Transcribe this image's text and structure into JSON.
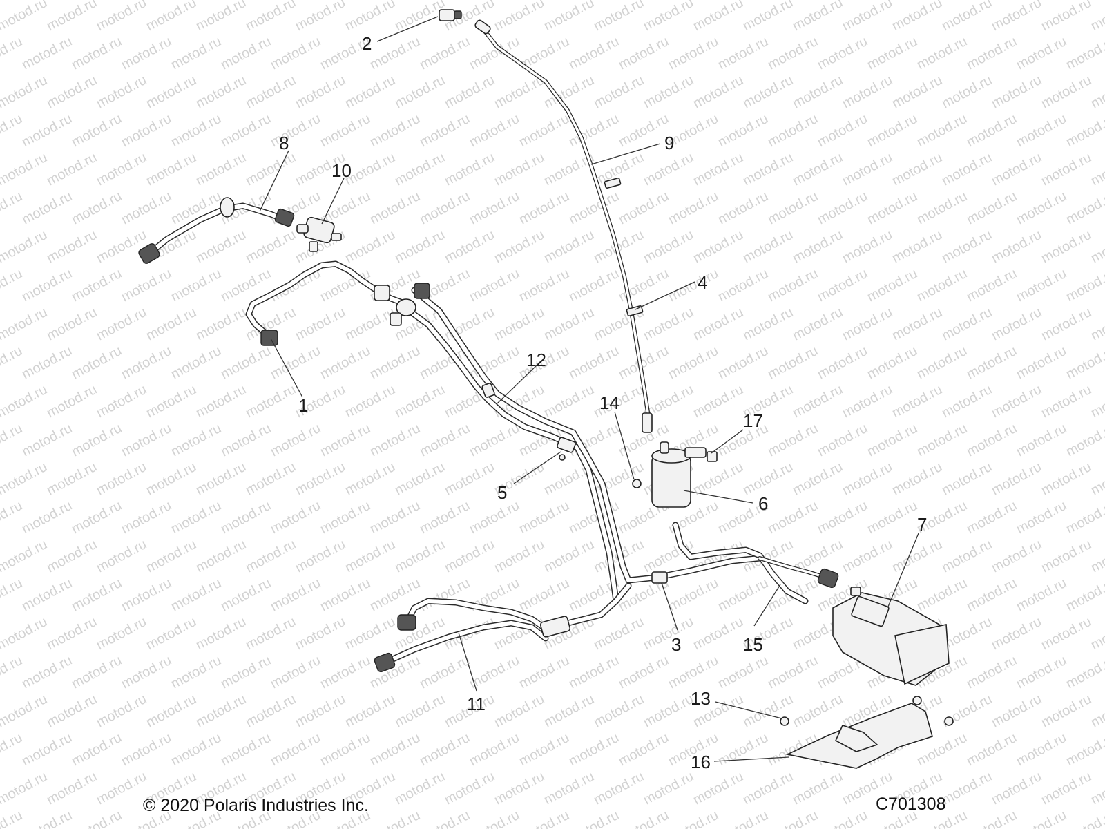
{
  "watermark_text": "motod.ru",
  "callouts": [
    {
      "id": "1",
      "label": "1"
    },
    {
      "id": "2",
      "label": "2"
    },
    {
      "id": "3",
      "label": "3"
    },
    {
      "id": "4",
      "label": "4"
    },
    {
      "id": "5",
      "label": "5"
    },
    {
      "id": "6",
      "label": "6"
    },
    {
      "id": "7",
      "label": "7"
    },
    {
      "id": "8",
      "label": "8"
    },
    {
      "id": "9",
      "label": "9"
    },
    {
      "id": "10",
      "label": "10"
    },
    {
      "id": "11",
      "label": "11"
    },
    {
      "id": "12",
      "label": "12"
    },
    {
      "id": "13",
      "label": "13"
    },
    {
      "id": "14",
      "label": "14"
    },
    {
      "id": "15",
      "label": "15"
    },
    {
      "id": "16",
      "label": "16"
    },
    {
      "id": "17",
      "label": "17"
    }
  ],
  "footer": {
    "copyright": "© 2020 Polaris Industries Inc.",
    "figure_code": "C701308"
  }
}
